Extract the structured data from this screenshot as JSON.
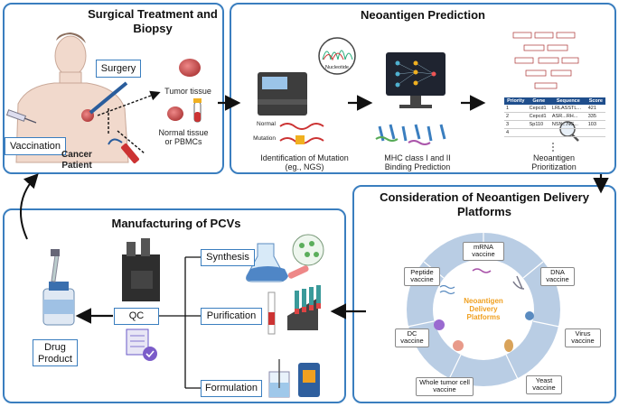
{
  "surgical": {
    "title": "Surgical Treatment and Biopsy",
    "surgery": "Surgery",
    "tumor_tissue": "Tumor tissue",
    "normal_tissue": "Normal tissue or PBMCs",
    "vaccination": "Vaccination",
    "patient": "Cancer Patient"
  },
  "prediction": {
    "title": "Neoantigen Prediction",
    "nucleotide": "Nucleotide",
    "normal": "Normal",
    "mutation": "Mutation",
    "step1": "Identification of Mutation (eg., NGS)",
    "step2": "MHC class I and II Binding Prediction",
    "step3": "Neoantigen Prioritization",
    "table": {
      "headers": [
        "Priority",
        "Gene",
        "Sequence",
        "Score"
      ],
      "rows": [
        [
          "1",
          "Cepcd1",
          "LRLASSTL...",
          "421"
        ],
        [
          "2",
          "Cepcd1",
          "ASR...RH...",
          "335"
        ],
        [
          "3",
          "Sp110",
          "NSN...NG...",
          "103"
        ],
        [
          "4",
          "",
          "",
          ""
        ]
      ]
    }
  },
  "manufacturing": {
    "title": "Manufacturing of PCVs",
    "synthesis": "Synthesis",
    "purification": "Purification",
    "formulation": "Formulation",
    "qc": "QC",
    "drug_product": "Drug Product"
  },
  "delivery": {
    "title": "Consideration of Neoantigen Delivery Platforms",
    "center": "Neoantigen Delivery Platforms",
    "platforms": {
      "mrna": "mRNA vaccine",
      "dna": "DNA vaccine",
      "virus": "Virus vaccine",
      "yeast": "Yeast vaccine",
      "whole_tumor": "Whole tumor cell vaccine",
      "dc": "DC vaccine",
      "peptide": "Peptide vaccine"
    }
  },
  "colors": {
    "panel_border": "#3a7ebf",
    "ring": "#b9cde4",
    "center_text": "#f0a020"
  }
}
